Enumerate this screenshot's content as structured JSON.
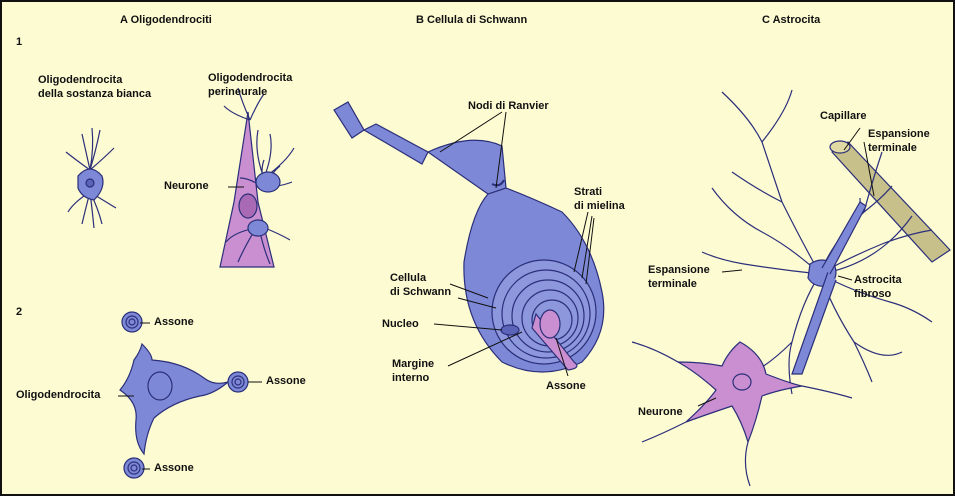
{
  "colors": {
    "background": "#fdfbd2",
    "cell_blue": "#7d89d6",
    "cell_outline": "#2b2f7a",
    "neuron_pink": "#c98fd0",
    "capillary": "#c7c08a"
  },
  "panels": {
    "a": {
      "title": "A  Oligodendrociti"
    },
    "b": {
      "title": "B  Cellula di Schwann"
    },
    "c": {
      "title": "C  Astrocita"
    }
  },
  "sub": {
    "one": "1",
    "two": "2"
  },
  "labels": {
    "oligo_white_1": "Oligodendrocita",
    "oligo_white_2": "della sostanza bianca",
    "oligo_peri_1": "Oligodendrocita",
    "oligo_peri_2": "perineurale",
    "neurone_a": "Neurone",
    "assone_1": "Assone",
    "assone_2": "Assone",
    "assone_3": "Assone",
    "oligodendrocita": "Oligodendrocita",
    "nodi_ranvier": "Nodi di Ranvier",
    "strati_1": "Strati",
    "strati_2": "di mielina",
    "cellula_1": "Cellula",
    "cellula_2": "di Schwann",
    "nucleo": "Nucleo",
    "margine_1": "Margine",
    "margine_2": "interno",
    "assone_b": "Assone",
    "capillare": "Capillare",
    "esp_term_r1": "Espansione",
    "esp_term_r2": "terminale",
    "esp_term_l1": "Espansione",
    "esp_term_l2": "terminale",
    "astro_1": "Astrocita",
    "astro_2": "fibroso",
    "neurone_c": "Neurone"
  }
}
